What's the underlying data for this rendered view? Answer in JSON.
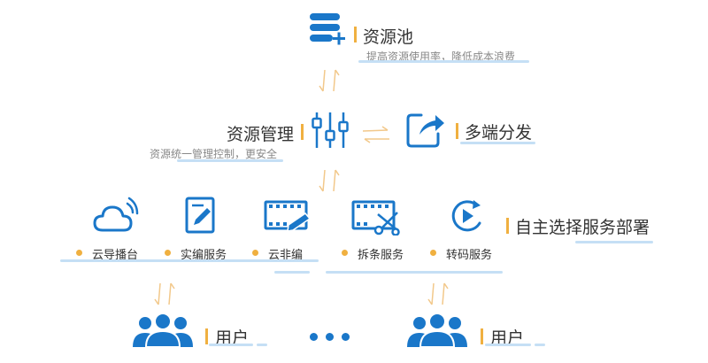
{
  "pool": {
    "title": "资源池",
    "subtitle": "提高资源使用率，降低成本浪费"
  },
  "management": {
    "title": "资源管理",
    "subtitle": "资源统一管理控制，更安全"
  },
  "multi": {
    "title": "多端分发"
  },
  "deploy": {
    "title": "自主选择服务部署"
  },
  "services": [
    {
      "label": "云导播台",
      "icon": "cloud-signal-icon"
    },
    {
      "label": "实编服务",
      "icon": "edit-document-icon"
    },
    {
      "label": "云非编",
      "icon": "film-edit-icon"
    },
    {
      "label": "拆条服务",
      "icon": "film-cut-icon"
    },
    {
      "label": "转码服务",
      "icon": "refresh-play-icon"
    }
  ],
  "users": [
    {
      "label": "用户"
    },
    {
      "label": "用户"
    }
  ],
  "colors": {
    "accent": "#1a77c9",
    "highlight": "#f0b040",
    "underline": "#c5dff5",
    "arrow": "#f2c88a"
  }
}
